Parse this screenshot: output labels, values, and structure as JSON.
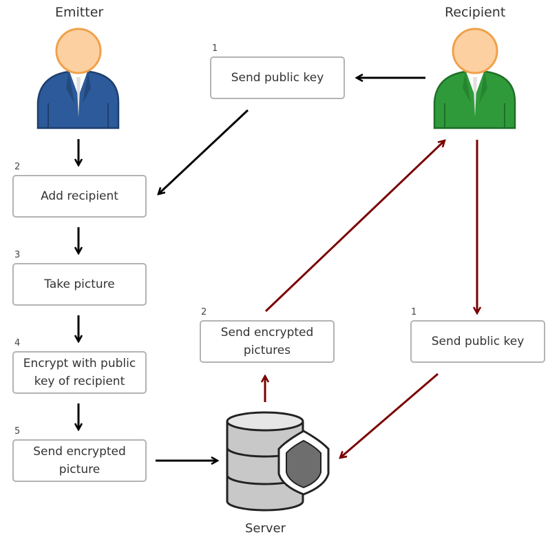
{
  "actors": {
    "emitter": "Emitter",
    "recipient": "Recipient",
    "server": "Server"
  },
  "steps": {
    "recipient_send_key_top": {
      "num": "1",
      "label": "Send public key"
    },
    "add_recipient": {
      "num": "2",
      "label": "Add recipient"
    },
    "take_picture": {
      "num": "3",
      "label": "Take picture"
    },
    "encrypt": {
      "num": "4",
      "label": "Encrypt with public key of recipient"
    },
    "emitter_send_encrypted": {
      "num": "5",
      "label": "Send encrypted picture"
    },
    "server_send_encrypted": {
      "num": "2",
      "label": "Send encrypted pictures"
    },
    "recipient_send_key_right": {
      "num": "1",
      "label": "Send public key"
    }
  },
  "colors": {
    "emitter_suit": "#2c5a9a",
    "recipient_suit": "#2f9a3a",
    "skin": "#fcd0a1",
    "skin_outline": "#f0a04b",
    "box_border": "#b3b3b3",
    "arrow_black": "#000000",
    "arrow_red": "#7a0000",
    "server_body": "#c8c8c8",
    "shield": "#6e6e6e"
  },
  "icons": {
    "emitter": "person-icon",
    "recipient": "person-icon",
    "server": "database-shield-icon"
  }
}
